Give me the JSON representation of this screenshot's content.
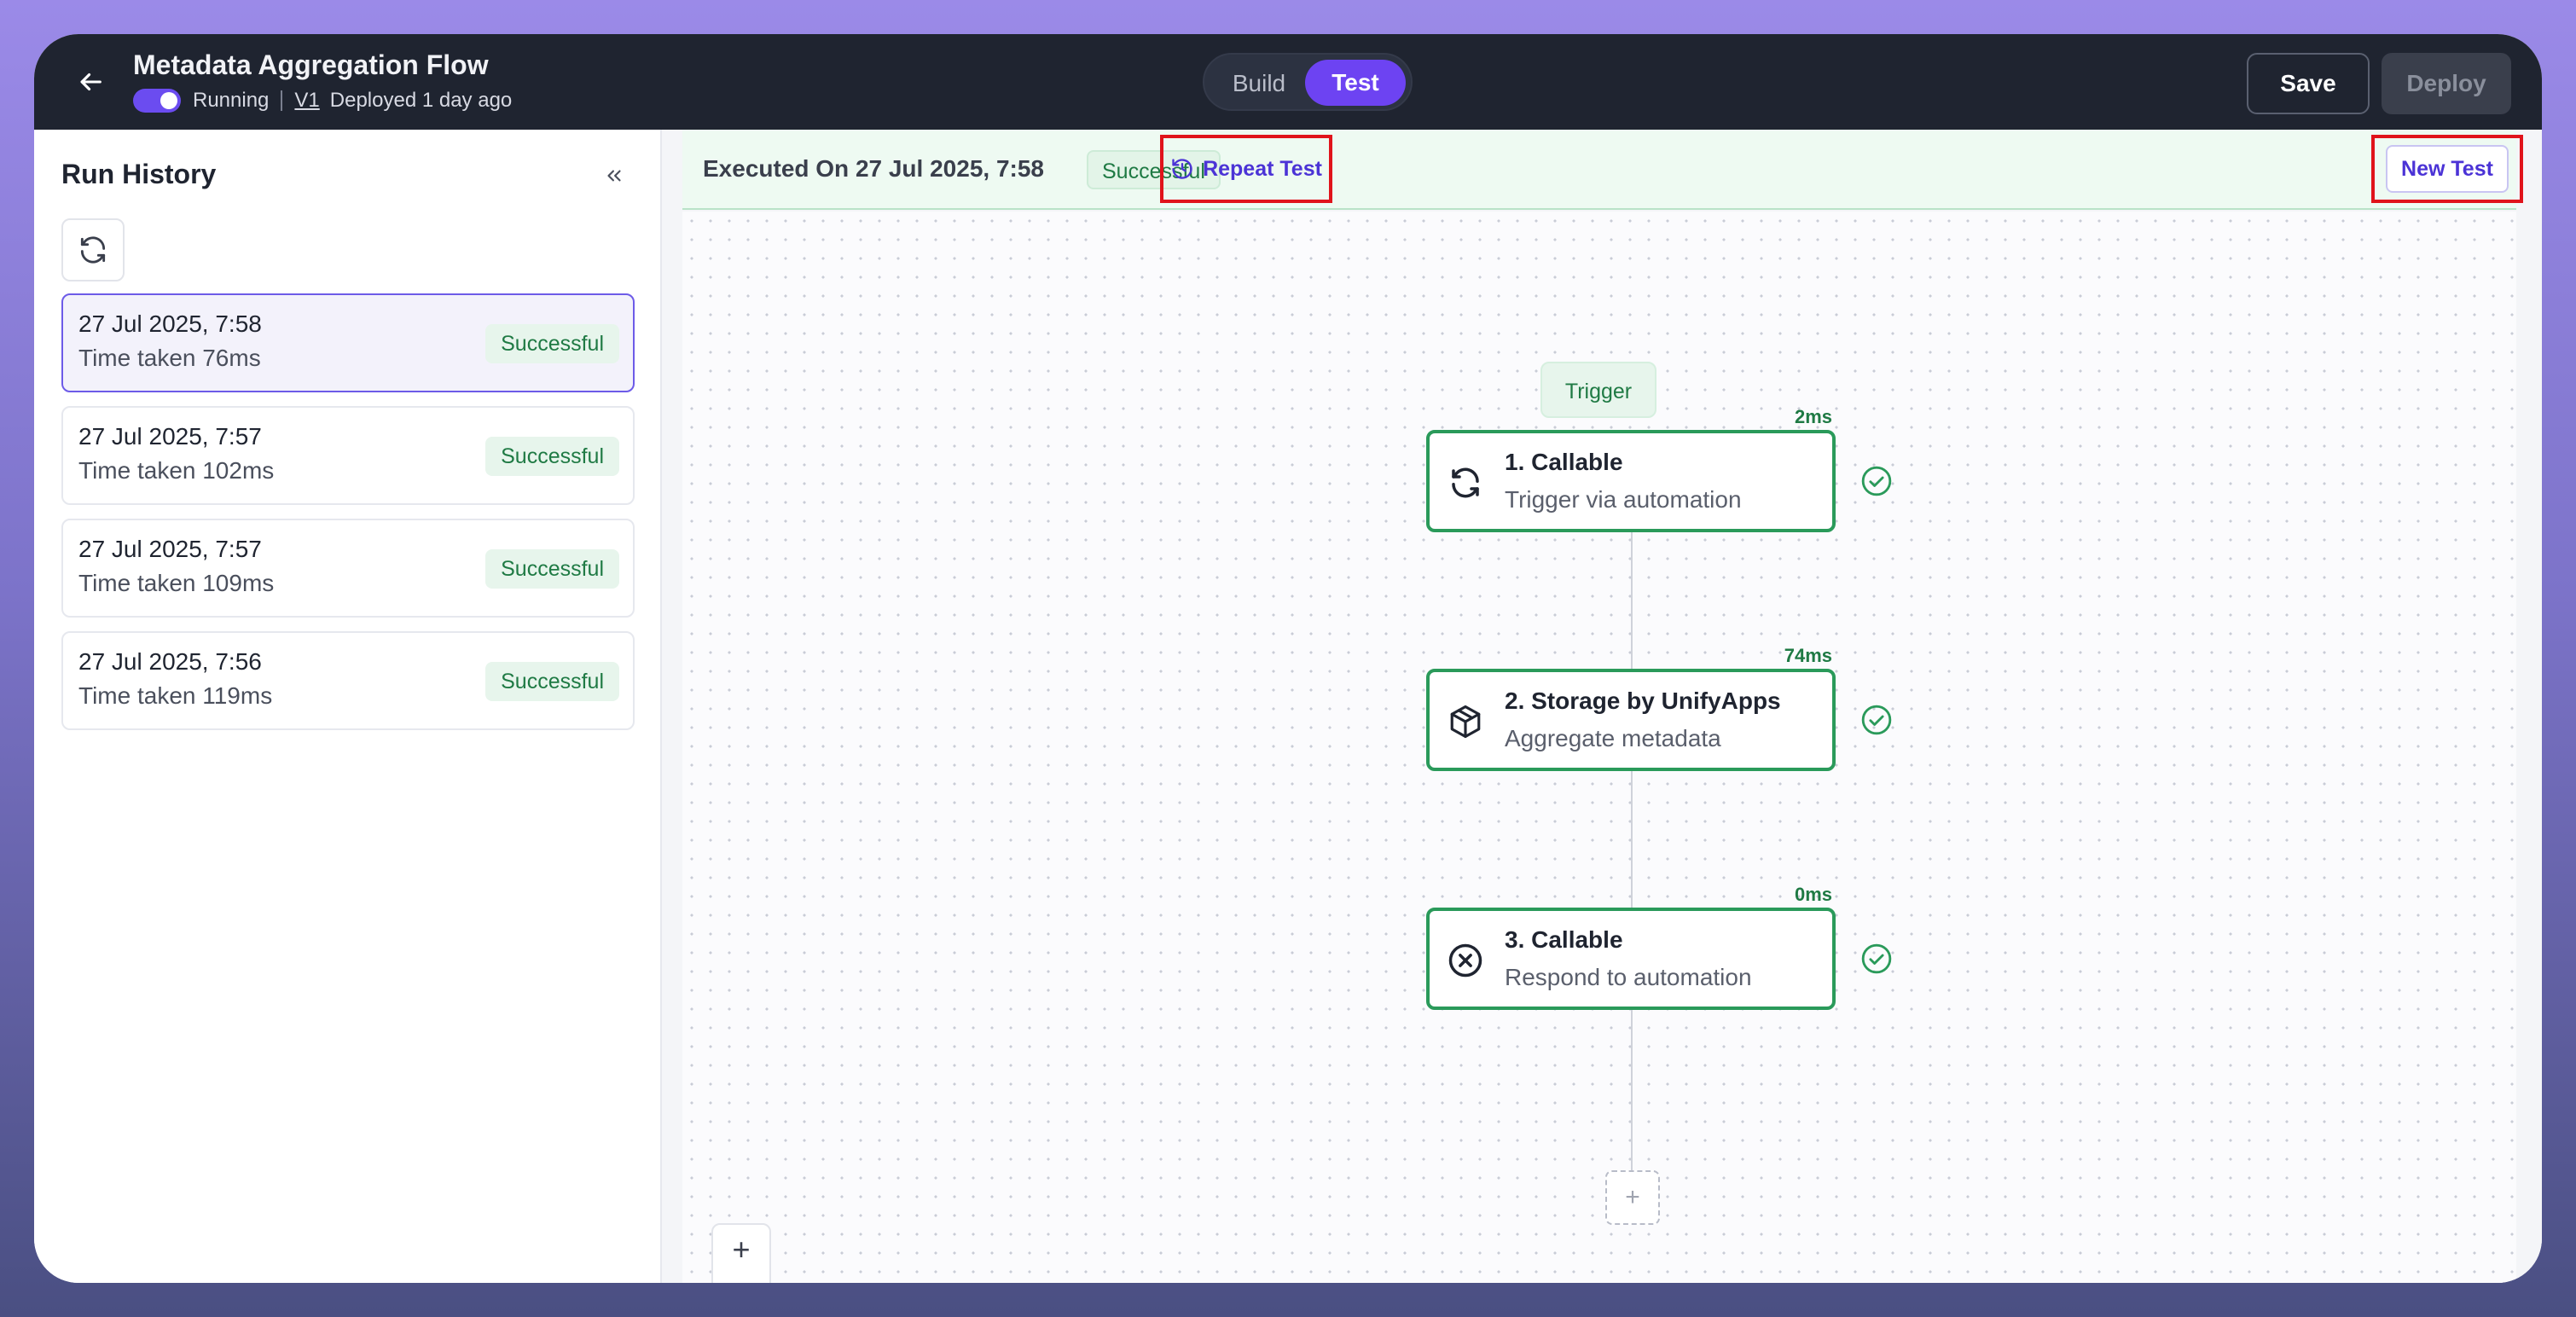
{
  "header": {
    "title": "Metadata Aggregation Flow",
    "status": "Running",
    "version": "V1",
    "deployed": "Deployed 1 day ago",
    "mode_build": "Build",
    "mode_test": "Test",
    "save_label": "Save",
    "deploy_label": "Deploy"
  },
  "sidebar": {
    "title": "Run History",
    "runs": [
      {
        "date": "27 Jul 2025, 7:58",
        "time": "Time taken 76ms",
        "status": "Successful"
      },
      {
        "date": "27 Jul 2025, 7:57",
        "time": "Time taken 102ms",
        "status": "Successful"
      },
      {
        "date": "27 Jul 2025, 7:57",
        "time": "Time taken 109ms",
        "status": "Successful"
      },
      {
        "date": "27 Jul 2025, 7:56",
        "time": "Time taken 119ms",
        "status": "Successful"
      }
    ]
  },
  "execution": {
    "executed_on": "Executed On 27 Jul 2025, 7:58",
    "status": "Successful",
    "repeat_label": "Repeat Test",
    "new_test_label": "New Test"
  },
  "flow": {
    "trigger_label": "Trigger",
    "nodes": [
      {
        "title": "1. Callable",
        "subtitle": "Trigger via automation",
        "duration": "2ms",
        "icon": "sync-icon"
      },
      {
        "title": "2. Storage by UnifyApps",
        "subtitle": "Aggregate metadata",
        "duration": "74ms",
        "icon": "box-icon"
      },
      {
        "title": "3. Callable",
        "subtitle": "Respond to automation",
        "duration": "0ms",
        "icon": "close-circle-icon"
      }
    ],
    "add_label": "+"
  },
  "zoom": {
    "in_label": "+",
    "out_label": "–"
  },
  "colors": {
    "accent": "#6d43f2",
    "success": "#2a9a5a",
    "highlight": "#e0131b"
  }
}
